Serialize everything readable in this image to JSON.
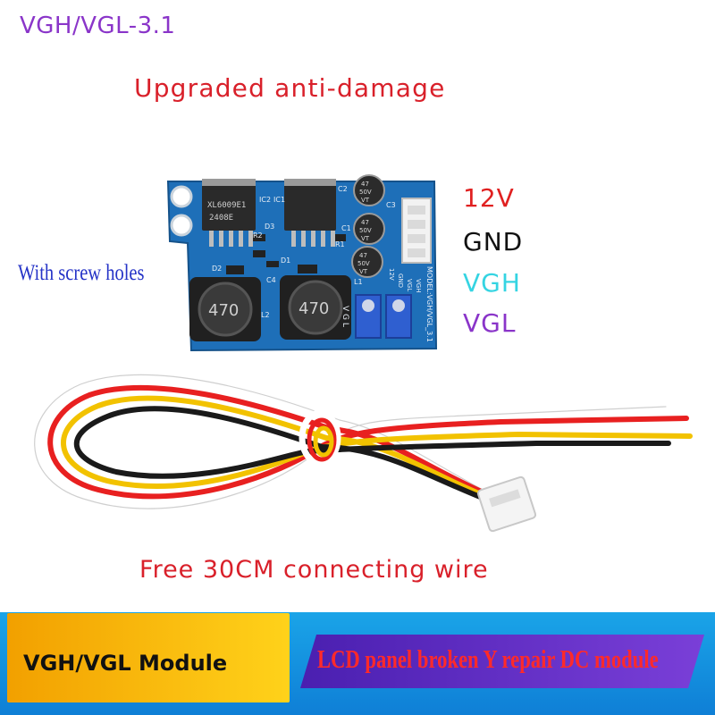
{
  "header": {
    "title": "VGH/VGL-3.1",
    "subtitle": "Upgraded anti-damage"
  },
  "callouts": {
    "screw_holes": "With screw holes",
    "connecting_wire": "Free 30CM connecting wire"
  },
  "pins": [
    "12V",
    "GND",
    "VGH",
    "VGL"
  ],
  "board": {
    "ic_marking": "XL6009E1",
    "ic_code": "2408E",
    "inductor_label": "470",
    "cap_label_top": "47",
    "cap_label_mid": "50V",
    "cap_label_bot": "VT",
    "model_text": "MODEL:VGH/VGL_3.1",
    "silk_labels": [
      "IC2",
      "IC1",
      "C2",
      "C3",
      "C1",
      "D3",
      "R2",
      "R1",
      "D2",
      "D1",
      "C4",
      "L1",
      "L2",
      "VGH",
      "VGL",
      "GND",
      "12V",
      "V G L"
    ]
  },
  "banner": {
    "left_label": "VGH/VGL Module",
    "right_label": "LCD panel broken Y repair DC module"
  },
  "colors": {
    "purple": "#8a35c9",
    "red": "#d9202a",
    "cyan": "#35d4e2",
    "pcb_blue": "#1e6fb8",
    "banner_blue": "#1aa4e8",
    "banner_yellow": "#ffd21a"
  }
}
